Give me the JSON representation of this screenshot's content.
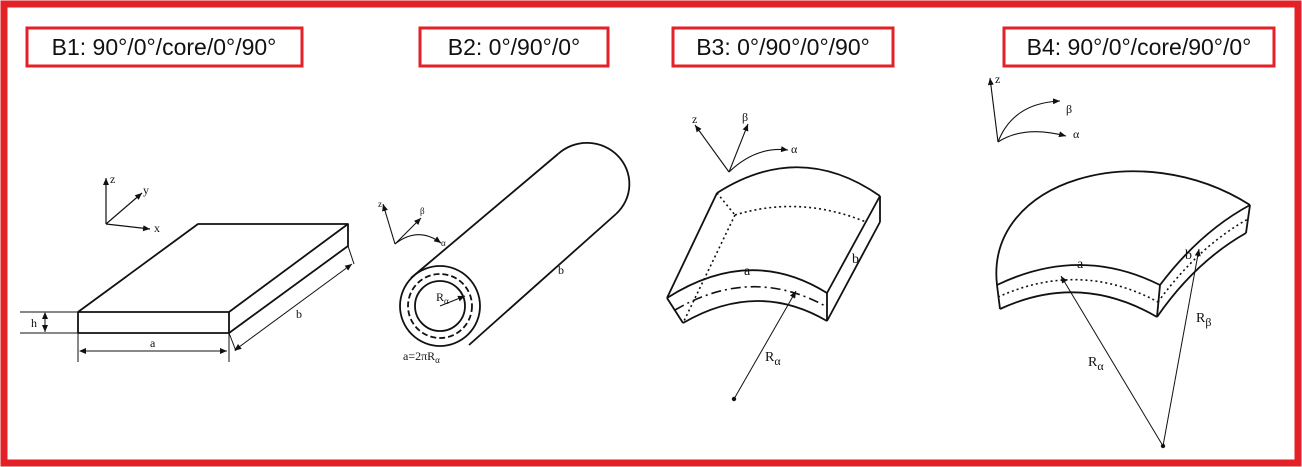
{
  "figure": {
    "border_color": "#e32126",
    "ink_color": "#111111"
  },
  "panels": [
    {
      "id": "B1",
      "title": "B1: 90°/0°/core/0°/90°",
      "axes": {
        "z": "z",
        "y": "y",
        "x": "x"
      },
      "dims": {
        "h": "h",
        "a": "a",
        "b": "b"
      }
    },
    {
      "id": "B2",
      "title": "B2: 0°/90°/0°",
      "axes": {
        "z": "z",
        "beta": "β",
        "alpha": "α"
      },
      "dims": {
        "b": "b",
        "radius": "R",
        "radius_sub": "α",
        "circumference": "a=2πR",
        "circumference_sub": "α"
      }
    },
    {
      "id": "B3",
      "title": "B3: 0°/90°/0°/90°",
      "axes": {
        "z": "z",
        "beta": "β",
        "alpha": "α"
      },
      "dims": {
        "a": "a",
        "b": "b",
        "radius": "R",
        "radius_sub": "α"
      }
    },
    {
      "id": "B4",
      "title": "B4: 90°/0°/core/90°/0°",
      "axes": {
        "z": "z",
        "beta": "β",
        "alpha": "α"
      },
      "dims": {
        "a": "a",
        "b": "b",
        "radius_a": "R",
        "radius_a_sub": "α",
        "radius_b": "R",
        "radius_b_sub": "β"
      }
    }
  ]
}
